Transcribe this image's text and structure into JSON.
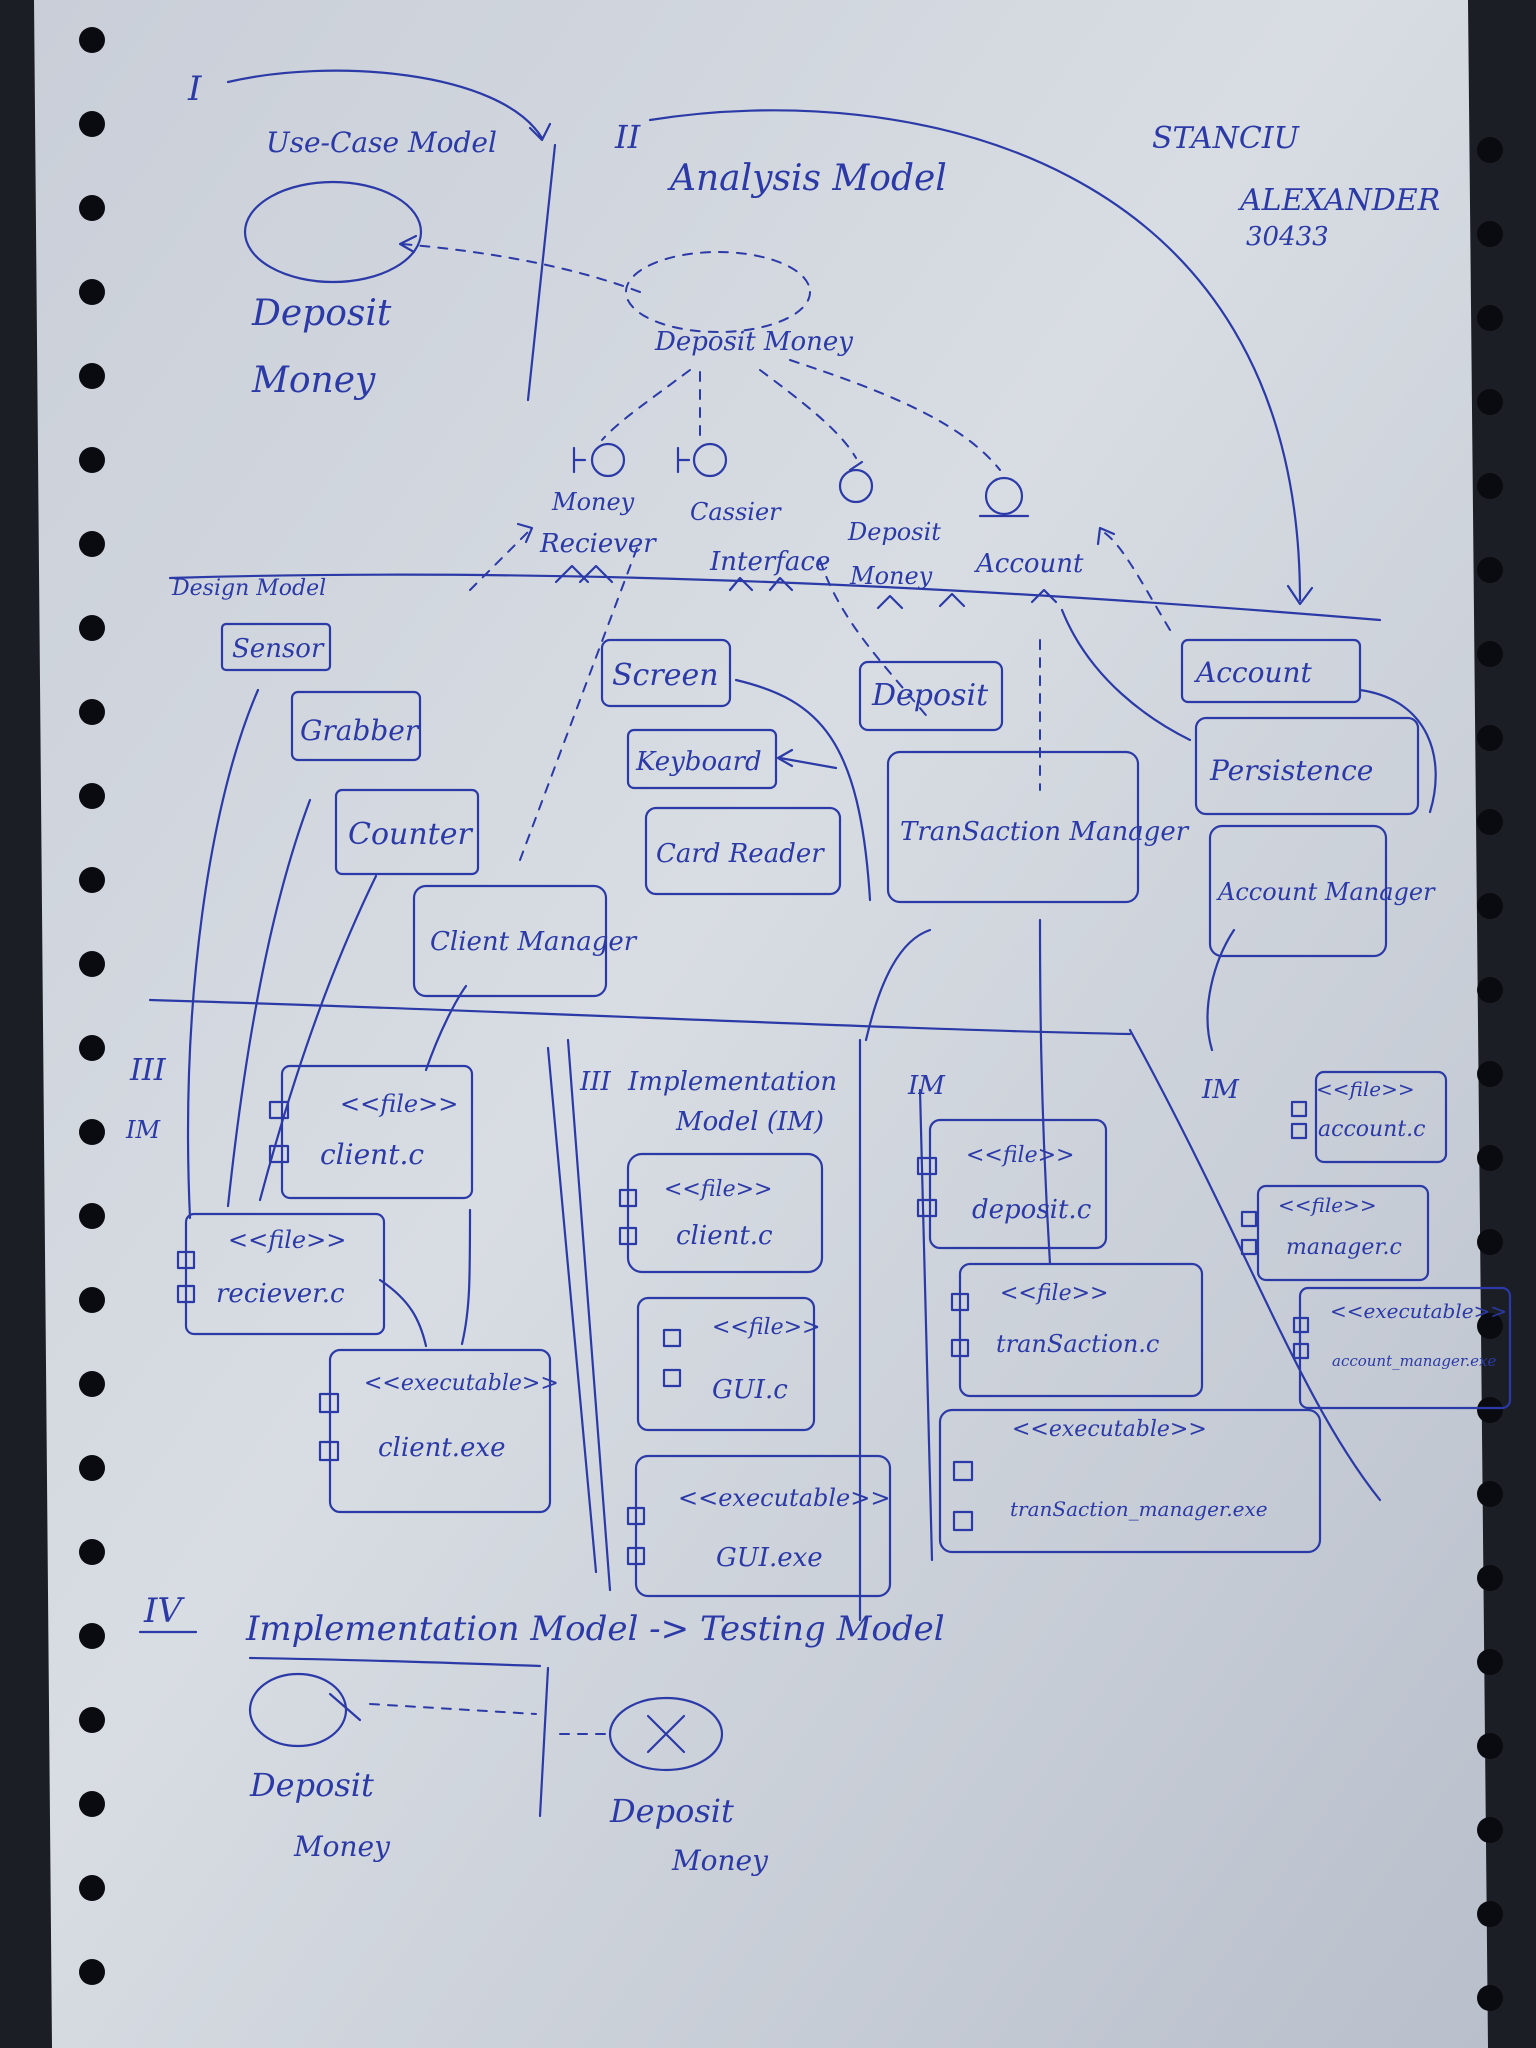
{
  "author": {
    "name_line1": "STANCIU",
    "name_line2": "ALEXANDER",
    "group": "30433"
  },
  "sections": {
    "s1": {
      "numeral": "I",
      "title": "Use-Case Model"
    },
    "s2": {
      "numeral": "II",
      "title": "Analysis Model"
    },
    "s3": {
      "title": "Design Model"
    },
    "s4": {
      "numeral": "IV",
      "title": "Implementation Model -> Testing Model"
    }
  },
  "use_case": {
    "label_line1": "Deposit",
    "label_line2": "Money"
  },
  "analysis": {
    "collab": "Deposit Money",
    "classes": [
      {
        "line1": "Money",
        "line2": "Reciever"
      },
      {
        "line1": "Cassier",
        "line2": "Interface"
      },
      {
        "line1": "Deposit",
        "line2": "Money"
      },
      {
        "line1": "",
        "line2": "Account"
      }
    ]
  },
  "design": {
    "classes": [
      "Sensor",
      "Grabber",
      "Counter",
      "Client Manager",
      "Screen",
      "Keyboard",
      "Card Reader",
      "Deposit",
      "TranSaction Manager",
      "Account",
      "Persistence",
      "Account Manager"
    ]
  },
  "implementation": {
    "labels": {
      "im_left": "IM",
      "im_title_line1": "Implementation",
      "im_title_line2": "Model (IM)",
      "im_mid": "IM",
      "im_right": "IM",
      "roman": "III"
    },
    "components": [
      {
        "stereo": "<<file>>",
        "name": "client.c"
      },
      {
        "stereo": "<<file>>",
        "name": "reciever.c"
      },
      {
        "stereo": "<<executable>>",
        "name": "client.exe"
      },
      {
        "stereo": "<<file>>",
        "name": "client.c"
      },
      {
        "stereo": "<<file>>",
        "name": "GUI.c"
      },
      {
        "stereo": "<<executable>>",
        "name": "GUI.exe"
      },
      {
        "stereo": "<<file>>",
        "name": "deposit.c"
      },
      {
        "stereo": "<<file>>",
        "name": "tranSaction.c"
      },
      {
        "stereo": "<<executable>>",
        "name": "tranSaction_manager.exe"
      },
      {
        "stereo": "<<file>>",
        "name": "account.c"
      },
      {
        "stereo": "<<file>>",
        "name": "manager.c"
      },
      {
        "stereo": "<<executable>>",
        "name": "account_manager.exe"
      }
    ]
  },
  "testing": {
    "left_line1": "Deposit",
    "left_line2": "Money",
    "right_line1": "Deposit",
    "right_line2": "Money"
  }
}
